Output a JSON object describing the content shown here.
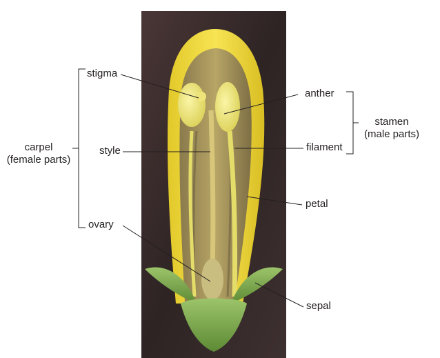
{
  "labels": {
    "stigma": "stigma",
    "style": "style",
    "ovary": "ovary",
    "carpel": "carpel",
    "carpel_sub": "(female parts)",
    "anther": "anther",
    "filament": "filament",
    "stamen": "stamen",
    "stamen_sub": "(male parts)",
    "petal": "petal",
    "sepal": "sepal"
  },
  "colors": {
    "background_dark": "#3a2c2c",
    "petal_yellow": "#f2dc3c",
    "stamen_yellow": "#e8e36a",
    "sepal_green": "#7aa84a",
    "line": "#231f20"
  }
}
